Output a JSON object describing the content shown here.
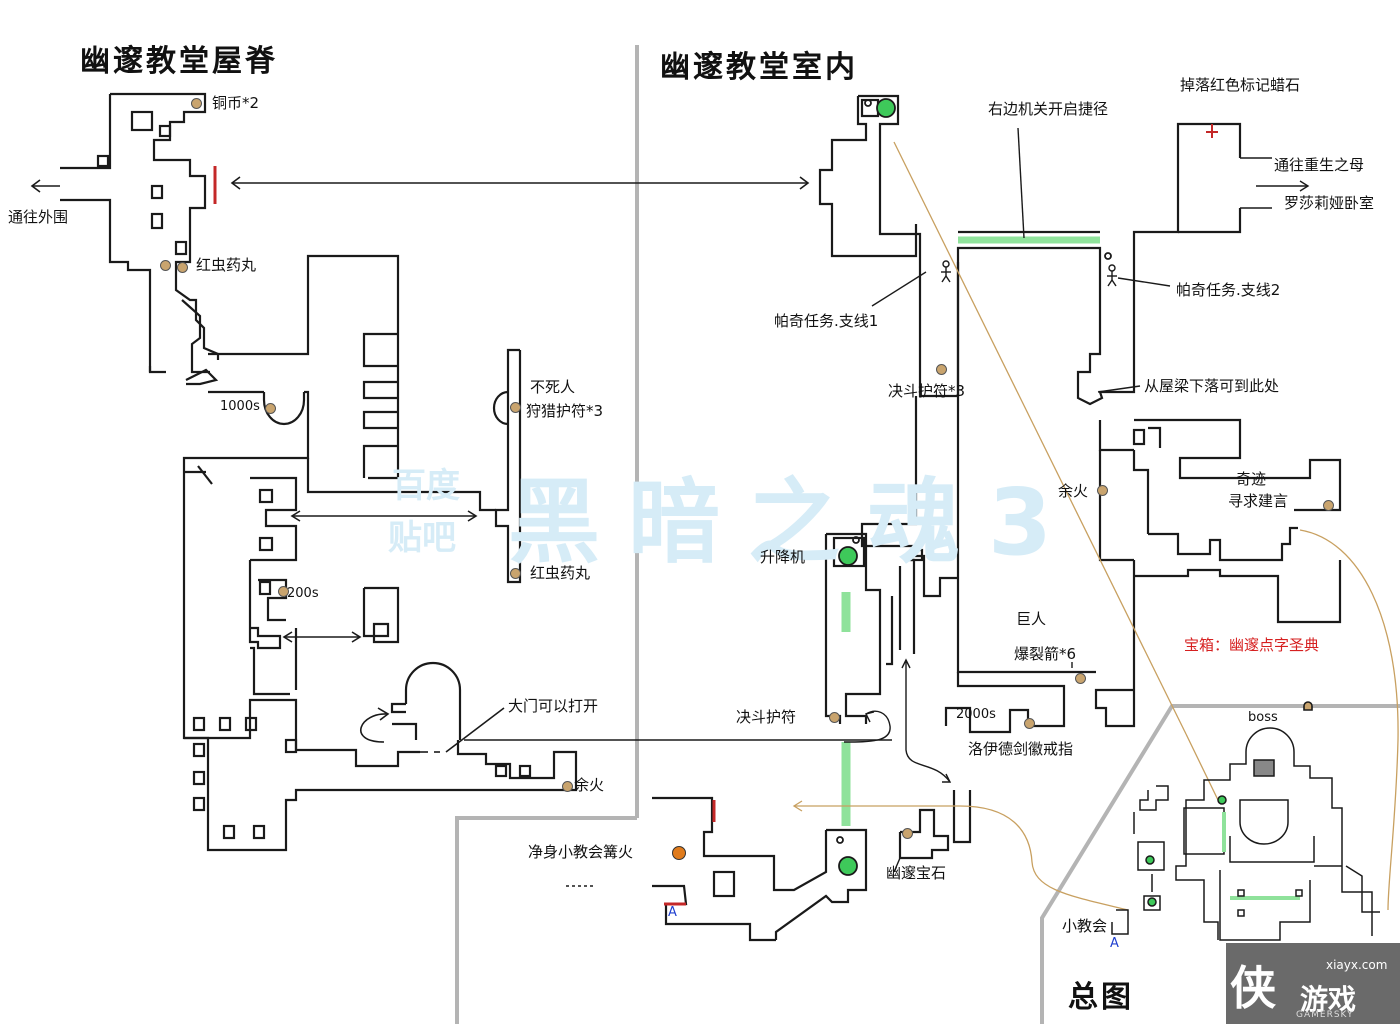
{
  "titles": {
    "roof": "幽邃教堂屋脊",
    "interior": "幽邃教堂室内",
    "overview": "总图"
  },
  "watermark": {
    "game": "黑暗之魂3",
    "baidu_top": "百度",
    "baidu_bottom": "贴吧"
  },
  "labels": {
    "copper_coin": "铜币*2",
    "to_outer": "通往外围",
    "red_bug_pellet_1": "红虫药丸",
    "undead": "不死人",
    "hunter_charm": "狩猎护符*3",
    "souls_1000": "1000s",
    "red_bug_pellet_2": "红虫药丸",
    "souls_200": "200s",
    "gate_open": "大门可以打开",
    "ember_1": "余火",
    "cleansing_bonfire": "净身小教会篝火",
    "right_lever": "右边机关开启捷径",
    "red_soapstone": "掉落红色标记蜡石",
    "to_rebirth_line1": "通往重生之母",
    "to_rebirth_line2": "罗莎莉娅卧室",
    "patches_1": "帕奇任务.支线1",
    "patches_2": "帕奇任务.支线2",
    "duel_charm_3": "决斗护符*3",
    "beam_drop": "从屋梁下落可到此处",
    "ember_2": "余火",
    "miracle_line1": "奇迹",
    "miracle_line2": "寻求建言",
    "elevator": "升降机",
    "giant": "巨人",
    "burst_arrow": "爆裂箭*6",
    "chest": "宝箱：幽邃点字圣典",
    "duel_charm": "决斗护符",
    "souls_2000": "2000s",
    "lloyd_ring": "洛伊德剑徽戒指",
    "deep_gem": "幽邃宝石",
    "boss": "boss",
    "small_church": "小教会",
    "marker_a1": "A",
    "marker_a2": "A"
  },
  "logo": {
    "glyph": "侠",
    "url": "xiayx.com",
    "name": "游戏",
    "sub": "GAMERSKY"
  },
  "colors": {
    "wall": "#1a1a1a",
    "divider": "#b4b4b4",
    "shortcut_green": "#8fe29b",
    "elevator_green": "#3ec95a",
    "route_gold": "#c8a060",
    "door_red": "#c42828",
    "item_pin": "#c9a46e",
    "bonfire": "#e07b1c",
    "chest_text": "#d62020",
    "marker_blue": "#1f3fcf"
  },
  "icons": [
    "item-pin-icon",
    "bonfire-icon",
    "elevator-icon",
    "npc-icon",
    "arrow-icon",
    "door-icon"
  ]
}
